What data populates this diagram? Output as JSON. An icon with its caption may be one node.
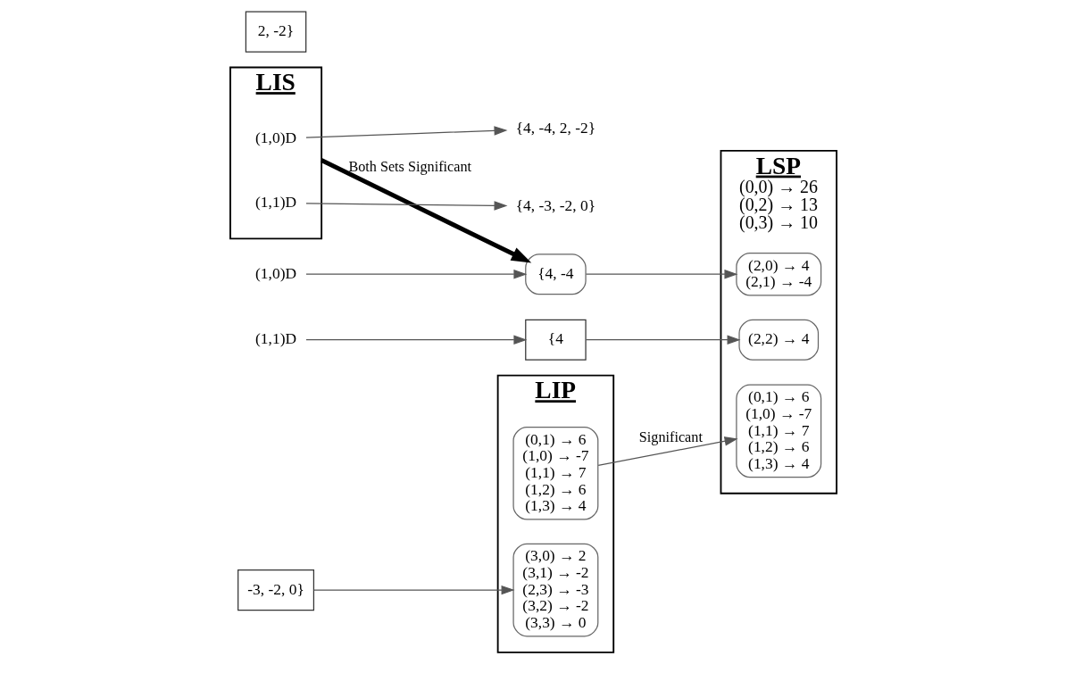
{
  "diagram": {
    "nodes": [
      {
        "text": [
          "LIP"
        ]
      },
      {
        "text": [
          "(0,1) → 6",
          "(1,0) → -7",
          "(1,1) → 7",
          "(1,2) → 6",
          "(1,3) → 4"
        ],
        "in": 0
      },
      {
        "text": [
          "(3,0) → 2",
          "(3,1) → -2",
          "(2,3) → -3",
          "(3,2) → -2",
          "(3,3) → 0"
        ],
        "in": 0
      },
      {
        "text": [
          "LSP",
          "(0,0) → 26",
          "(0,2) → 13",
          "(0,3) → 10"
        ]
      },
      {
        "text": [
          "(0,1) → 6",
          "(1,0) → -7",
          "(1,1) → 7",
          "(1,2) → 6",
          "(1,3) → 4"
        ],
        "in": 3
      },
      {
        "text": [
          "(2,0) → 4",
          "(2,1) → -4"
        ],
        "in": 3
      },
      {
        "text": [
          "(2,2) → 4"
        ],
        "in": 3
      },
      {
        "text": [
          "LIS"
        ]
      },
      {
        "text": [
          "(1,0)D"
        ],
        "in": 7
      },
      {
        "text": [
          "{4, -4, 2, -2}"
        ]
      },
      {
        "text": [
          "(1,1)D"
        ],
        "in": 7
      },
      {
        "text": [
          "{4, -3, -2, 0}"
        ]
      },
      {
        "text": [
          "(1,0)D"
        ]
      },
      {
        "text": [
          "{4, -4"
        ]
      },
      {
        "text": [
          "2, -2}"
        ]
      },
      {
        "text": [
          "(1,1)D"
        ]
      },
      {
        "text": [
          "{4"
        ]
      },
      {
        "text": [
          "-3, -2, 0}"
        ]
      }
    ],
    "edges": [
      {
        "from": 1,
        "to": 4,
        "arrow": "to",
        "label": "Significant"
      },
      {
        "from": 8,
        "to": 9,
        "arrow": "to"
      },
      {
        "from": 10,
        "to": 11,
        "arrow": "to"
      },
      {
        "from": 7,
        "to": 13,
        "arrow": "to",
        "label": "Both Sets Significant",
        "style": "thick"
      },
      {
        "from": 12,
        "to": 13,
        "arrow": "to"
      },
      {
        "from": 15,
        "to": 16,
        "arrow": "to"
      },
      {
        "from": 13,
        "to": 5,
        "arrow": "to"
      },
      {
        "from": 16,
        "to": 6,
        "arrow": "to"
      },
      {
        "from": 17,
        "to": 2,
        "arrow": "to"
      }
    ]
  }
}
